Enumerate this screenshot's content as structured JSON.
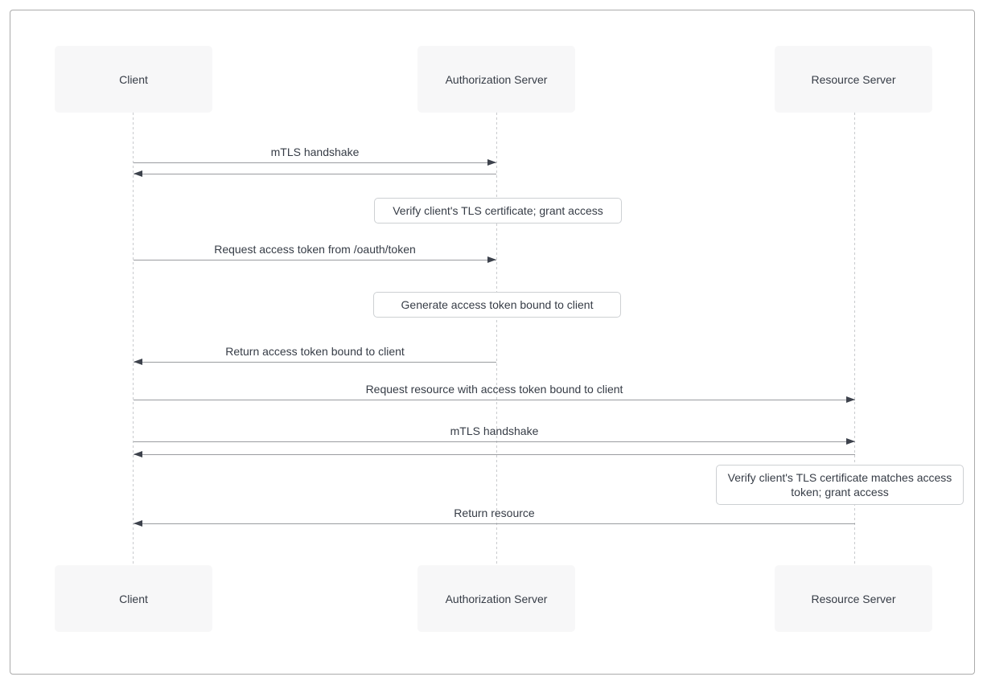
{
  "diagram_type": "sequence-diagram",
  "topic": "OAuth 2.0 mTLS certificate-bound access token flow",
  "actors": {
    "client": {
      "label": "Client"
    },
    "auth_server": {
      "label": "Authorization Server"
    },
    "resource_server": {
      "label": "Resource Server"
    }
  },
  "messages": [
    {
      "label": "mTLS handshake",
      "from": "Client",
      "to": "Authorization Server",
      "direction": "right"
    },
    {
      "label": "",
      "from": "Authorization Server",
      "to": "Client",
      "direction": "left"
    },
    {
      "label": "Request access token from /oauth/token",
      "from": "Client",
      "to": "Authorization Server",
      "direction": "right"
    },
    {
      "label": "Return access token bound to client",
      "from": "Authorization Server",
      "to": "Client",
      "direction": "left"
    },
    {
      "label": "Request resource with access token bound to client",
      "from": "Client",
      "to": "Resource Server",
      "direction": "right"
    },
    {
      "label": "mTLS handshake",
      "from": "Client",
      "to": "Resource Server",
      "direction": "right"
    },
    {
      "label": "",
      "from": "Resource Server",
      "to": "Client",
      "direction": "left"
    },
    {
      "label": "Return resource",
      "from": "Resource Server",
      "to": "Client",
      "direction": "left"
    }
  ],
  "notes": [
    {
      "text": "Verify client's TLS certificate; grant access",
      "over": "Authorization Server"
    },
    {
      "text": "Generate access token bound to client",
      "over": "Authorization Server"
    },
    {
      "text": "Verify client's TLS certificate matches access token; grant access",
      "over": "Resource Server"
    }
  ],
  "colors": {
    "background": "#ffffff",
    "frame_border": "#ababab",
    "actor_fill": "#f7f7f8",
    "actor_text": "#363c46",
    "message_line": "#9a9ca0",
    "arrowhead": "#3d424c",
    "lifeline": "#c9cbce",
    "note_fill": "#ffffff",
    "note_border": "#cdd0d3",
    "label_text": "#363c46"
  }
}
